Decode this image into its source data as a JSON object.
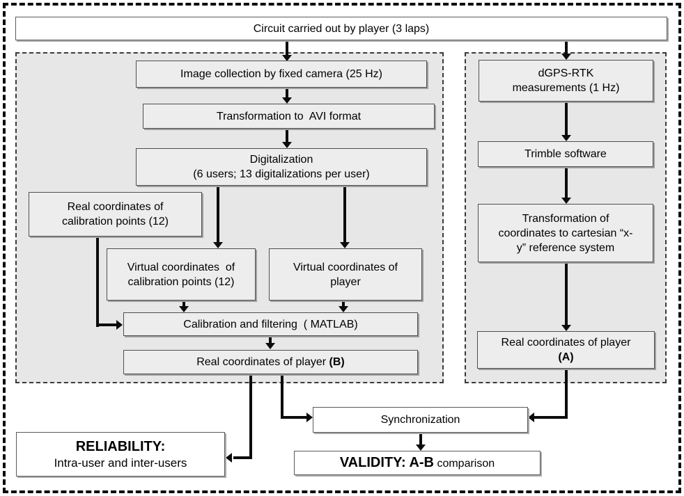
{
  "title_box": {
    "label": "Circuit carried out by player (3 laps)"
  },
  "video_branch": {
    "image_collection": {
      "label": "Image collection by fixed camera (25 Hz)"
    },
    "avi_format": {
      "label": "Transformation to  AVI format"
    },
    "digitalization": {
      "lines": [
        "Digitalization",
        "(6 users; 13 digitalizations per user)"
      ]
    },
    "real_coords_calibration": {
      "lines": [
        "Real coordinates of",
        "calibration points (12)"
      ]
    },
    "virtual_coords_calibration": {
      "lines": [
        "Virtual coordinates  of",
        "calibration points (12)"
      ]
    },
    "virtual_coords_player": {
      "lines": [
        "Virtual coordinates of",
        "player"
      ]
    },
    "calibration_filtering": {
      "label": "Calibration and filtering  ( MATLAB)"
    },
    "real_coords_player_b": {
      "text": "Real coordinates of player ",
      "bold": "(B)"
    }
  },
  "gps_branch": {
    "dgps_rtk": {
      "lines": [
        "dGPS-RTK",
        "measurements (1 Hz)"
      ]
    },
    "trimble": {
      "label": "Trimble software"
    },
    "cartesian_transform": {
      "lines": [
        "Transformation of",
        "coordinates to cartesian “x-",
        "y” reference system"
      ]
    },
    "real_coords_player_a": {
      "text": "Real coordinates of player",
      "bold": "(A)"
    }
  },
  "outputs": {
    "synchronization": {
      "label": "Synchronization"
    },
    "reliability": {
      "title": "RELIABILITY:",
      "subtitle": "Intra-user and inter-users"
    },
    "validity": {
      "bold": "VALIDITY: A-B",
      "rest": " comparison"
    }
  },
  "colors": {
    "panel_fill": "#e7e7e7",
    "node_fill": "#ededed",
    "arrow": "#0c0c0c",
    "border": "#0b0b0b"
  }
}
